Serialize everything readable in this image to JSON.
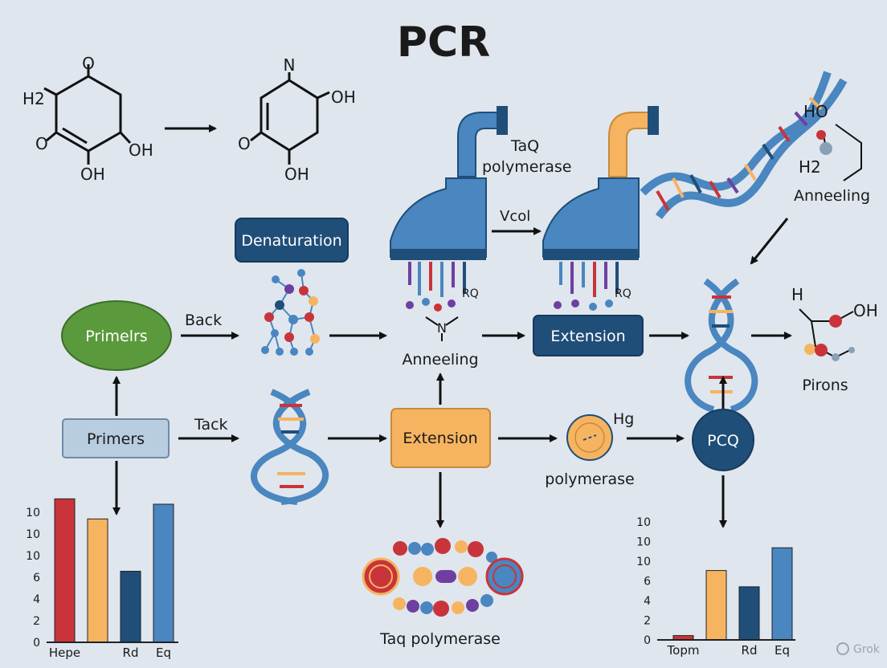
{
  "title": "PCR",
  "watermark": "Grok",
  "colors": {
    "background": "#dfe6ee",
    "navy": "#1f4e79",
    "blue": "#4a86c0",
    "green": "#5a9a3c",
    "orange": "#f6b461",
    "red": "#c8343a",
    "purple": "#6e3fa0",
    "lightblue": "#b8cde0"
  },
  "molecules": {
    "left": {
      "top": "O",
      "h2": "H2",
      "left_o": "O",
      "right_oh": "OH",
      "bottom_oh": "OH"
    },
    "right": {
      "top": "N",
      "right_oh": "OH",
      "left_o": "O",
      "bottom_oh": "OH"
    },
    "corner": {
      "ho": "HO",
      "h2": "H2"
    },
    "small": {
      "h": "H",
      "oh": "OH"
    }
  },
  "labels": {
    "taq_polymerase_top": [
      "TaQ",
      "polymerase"
    ],
    "vcol": "Vcol",
    "rq_left": "RQ",
    "rq_right": "RQ",
    "anneling_top": "Anneeling",
    "anneling_mid": "Anneeling",
    "back": "Back",
    "tack": "Tack",
    "pirons": "Pirons",
    "hg": "Hg",
    "polymerase": "polymerase",
    "taq_polymerase_bottom": "Taq polymerase",
    "n_atom": "N"
  },
  "boxes": {
    "denaturation": "Denaturation",
    "primers_oval": "Primelrs",
    "primers_box": "Primers",
    "extension_top": "Extension",
    "extension_mid": "Extension",
    "pcq": "PCQ"
  },
  "chart_data": [
    {
      "type": "bar",
      "title": "",
      "xlabel": "",
      "ylabel": "",
      "categories": [
        "Hepe",
        "",
        "Rd",
        "Eq"
      ],
      "values": [
        10.7,
        9.2,
        5.3,
        10.3
      ],
      "colors": [
        "#c8343a",
        "#f6b461",
        "#1f4e79",
        "#4a86c0"
      ],
      "ylim": [
        0,
        10
      ],
      "yticks": [
        "0",
        "2",
        "4",
        "6",
        "10",
        "10",
        "10"
      ]
    },
    {
      "type": "bar",
      "title": "",
      "xlabel": "",
      "ylabel": "",
      "categories": [
        "Topm",
        "",
        "Rd",
        "Eq"
      ],
      "values": [
        0.4,
        6.4,
        4.9,
        8.5
      ],
      "colors": [
        "#c8343a",
        "#f6b461",
        "#1f4e79",
        "#4a86c0"
      ],
      "ylim": [
        0,
        10
      ],
      "yticks": [
        "0",
        "2",
        "4",
        "6",
        "10",
        "10",
        "10"
      ]
    }
  ]
}
